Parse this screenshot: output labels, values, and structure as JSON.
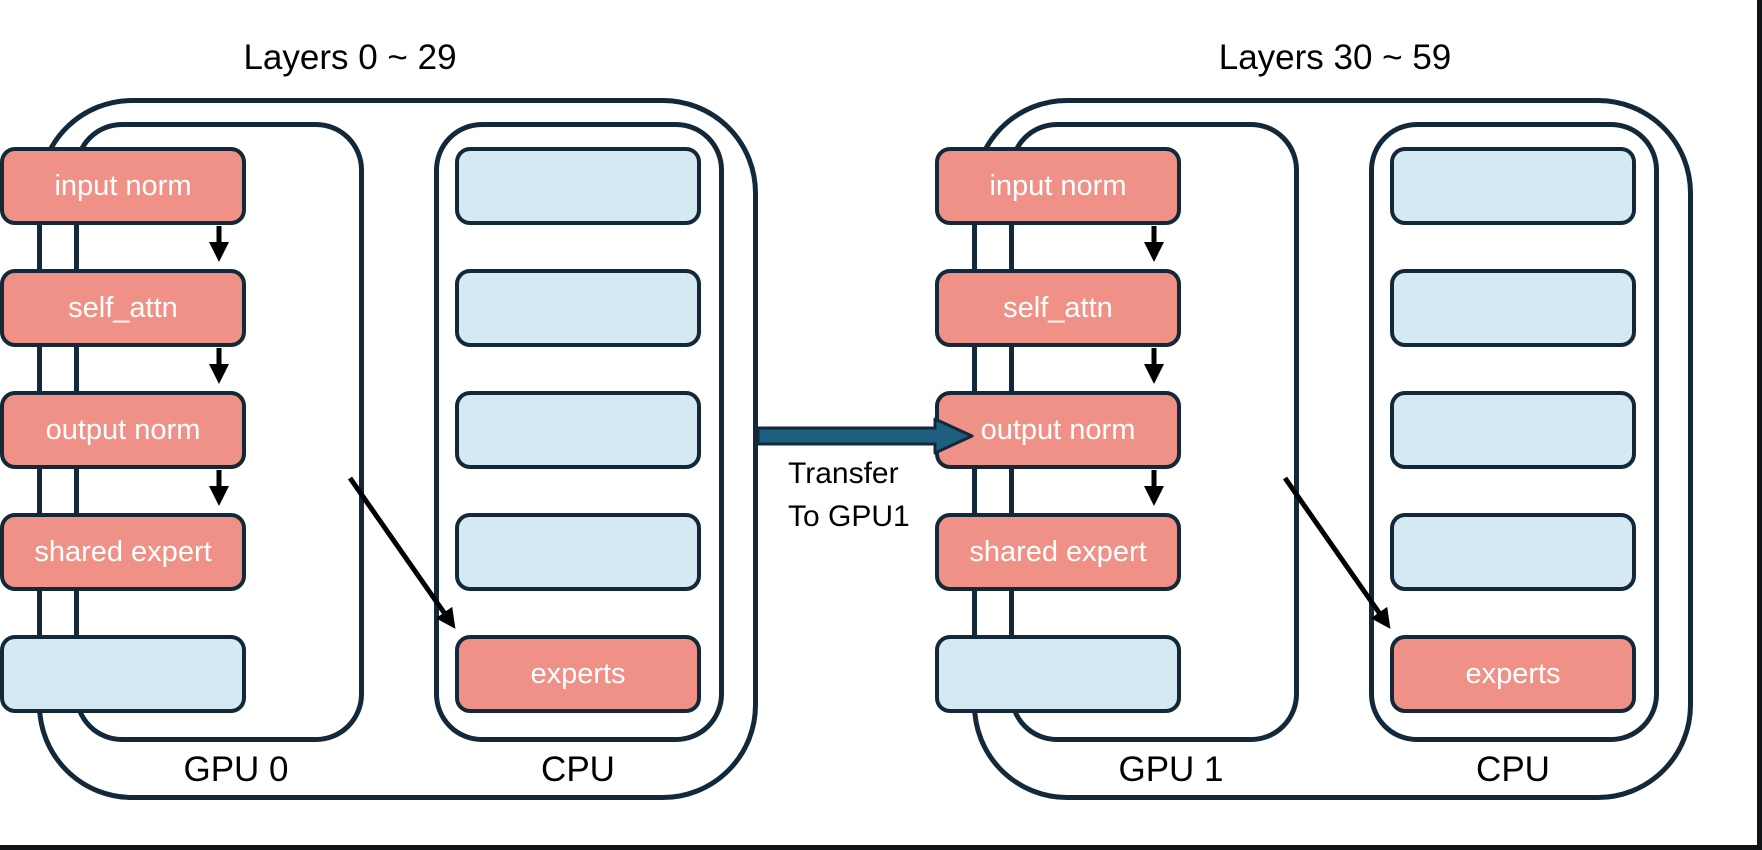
{
  "colors": {
    "outline_navy": "#13293A",
    "gpu_module_fill": "#EF9186",
    "cpu_slot_fill": "#D4E9F1",
    "transfer_arrow_fill": "#1E5F80",
    "flow_arrow": "#000000",
    "title_text": "#000000",
    "box_text": "#FFFFFF"
  },
  "groups": [
    {
      "title": "Layers 0 ~ 29",
      "gpu": {
        "label": "GPU 0",
        "boxes": [
          {
            "label": "input norm"
          },
          {
            "label": "self_attn"
          },
          {
            "label": "output norm"
          },
          {
            "label": "shared expert"
          },
          {
            "label": ""
          }
        ]
      },
      "cpu": {
        "label": "CPU",
        "boxes": [
          {
            "label": ""
          },
          {
            "label": ""
          },
          {
            "label": ""
          },
          {
            "label": ""
          },
          {
            "label": "experts"
          }
        ]
      }
    },
    {
      "title": "Layers 30 ~ 59",
      "gpu": {
        "label": "GPU 1",
        "boxes": [
          {
            "label": "input norm"
          },
          {
            "label": "self_attn"
          },
          {
            "label": "output norm"
          },
          {
            "label": "shared expert"
          },
          {
            "label": ""
          }
        ]
      },
      "cpu": {
        "label": "CPU",
        "boxes": [
          {
            "label": ""
          },
          {
            "label": ""
          },
          {
            "label": ""
          },
          {
            "label": ""
          },
          {
            "label": "experts"
          }
        ]
      }
    }
  ],
  "transfer": {
    "line1": "Transfer",
    "line2": "To GPU1"
  }
}
